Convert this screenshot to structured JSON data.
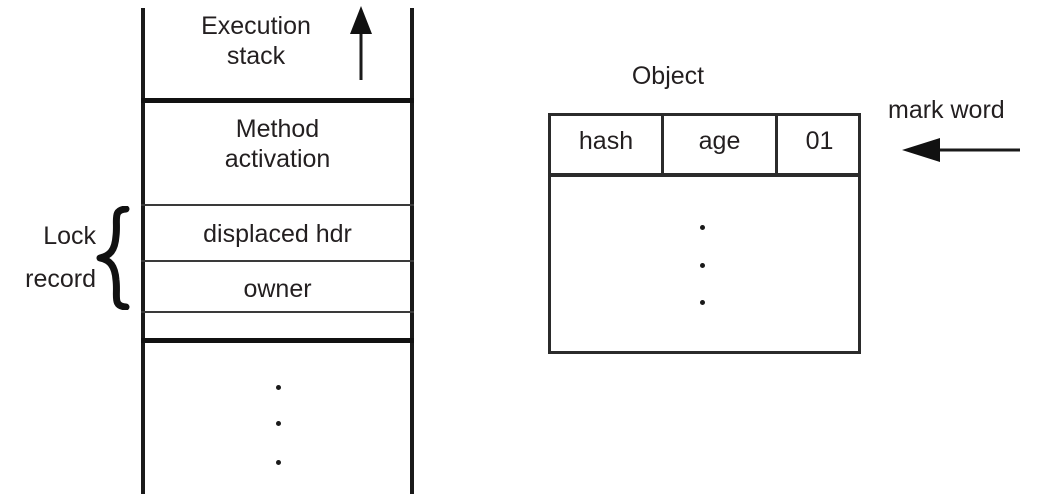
{
  "diagram": {
    "title": "Java object header and thread stack lock record diagram",
    "colors": {
      "ink": "#231f20",
      "line": "#2b2b2b",
      "rule": "#3a3a3a",
      "thick_rule": "#111111",
      "background": "#ffffff"
    }
  },
  "stack": {
    "title": "Execution\nstack",
    "title_line1": "Execution",
    "title_line2": "stack",
    "frames": [
      {
        "label": "Method\nactivation",
        "line1": "Method",
        "line2": "activation"
      },
      {
        "label": "displaced hdr"
      },
      {
        "label": "owner"
      }
    ],
    "up_arrow_icon": "arrow-up-icon",
    "ellipsis_dots": 3
  },
  "lock_record": {
    "line1": "Lock",
    "line2": "record",
    "brace_icon": "curly-brace-icon"
  },
  "object": {
    "title": "Object",
    "mark_word_cells": [
      {
        "label": "hash"
      },
      {
        "label": "age"
      },
      {
        "label": "01"
      }
    ],
    "body_ellipsis_dots": 3
  },
  "callout": {
    "label": "mark word",
    "arrow_icon": "arrow-left-icon"
  }
}
